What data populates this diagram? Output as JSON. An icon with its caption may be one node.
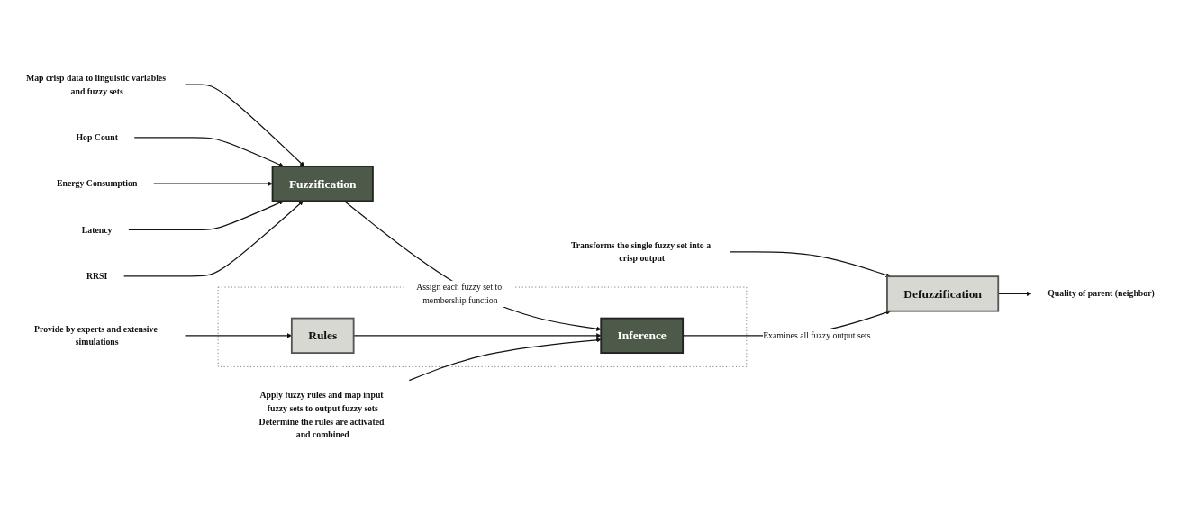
{
  "diagram": {
    "nodes": [
      {
        "text": [
          "Provide by experts and extensive simulations"
        ]
      },
      {
        "text": [
          "Map crisp data to linguistic variables and fuzzy sets"
        ]
      },
      {
        "text": [
          "Transforms the single fuzzy set into a crisp output"
        ]
      },
      {
        "text": [],
        "shape": "box"
      },
      {
        "text": [
          "Rules"
        ],
        "in": 3
      },
      {
        "text": [
          "Hop Count"
        ]
      },
      {
        "text": [
          "Energy Consumption"
        ]
      },
      {
        "text": [
          "Latency"
        ]
      },
      {
        "text": [
          "RRSI"
        ]
      },
      {
        "text": [
          "Fuzzification"
        ]
      },
      {
        "text": [
          "Defuzzification"
        ]
      },
      {
        "text": [
          "Quality of parent (neighbor)"
        ]
      },
      {
        "text": [
          "Inference"
        ],
        "in": 3
      },
      {
        "text": [
          "Apply fuzzy rules and map input fuzzy sets to output fuzzy sets",
          "Determine the rules are activated and combined"
        ]
      }
    ],
    "edges": [
      {
        "from": 0,
        "to": 4,
        "arrow": "to"
      },
      {
        "from": 1,
        "to": 9,
        "arrow": "to"
      },
      {
        "from": 2,
        "to": 10,
        "arrow": "to"
      },
      {
        "from": 5,
        "to": 9,
        "arrow": "to"
      },
      {
        "from": 6,
        "to": 9,
        "arrow": "to"
      },
      {
        "from": 7,
        "to": 9,
        "arrow": "to"
      },
      {
        "from": 8,
        "to": 9,
        "arrow": "to"
      },
      {
        "from": 9,
        "to": 12,
        "arrow": "to",
        "label": "Assign each fuzzy set to membership function"
      },
      {
        "from": 4,
        "to": 12,
        "arrow": "to"
      },
      {
        "from": 12,
        "to": 10,
        "arrow": "to",
        "label": "Examines all fuzzy output sets"
      },
      {
        "from": 10,
        "to": 11,
        "arrow": "to"
      },
      {
        "from": 13,
        "to": 12,
        "arrow": "to"
      }
    ]
  }
}
